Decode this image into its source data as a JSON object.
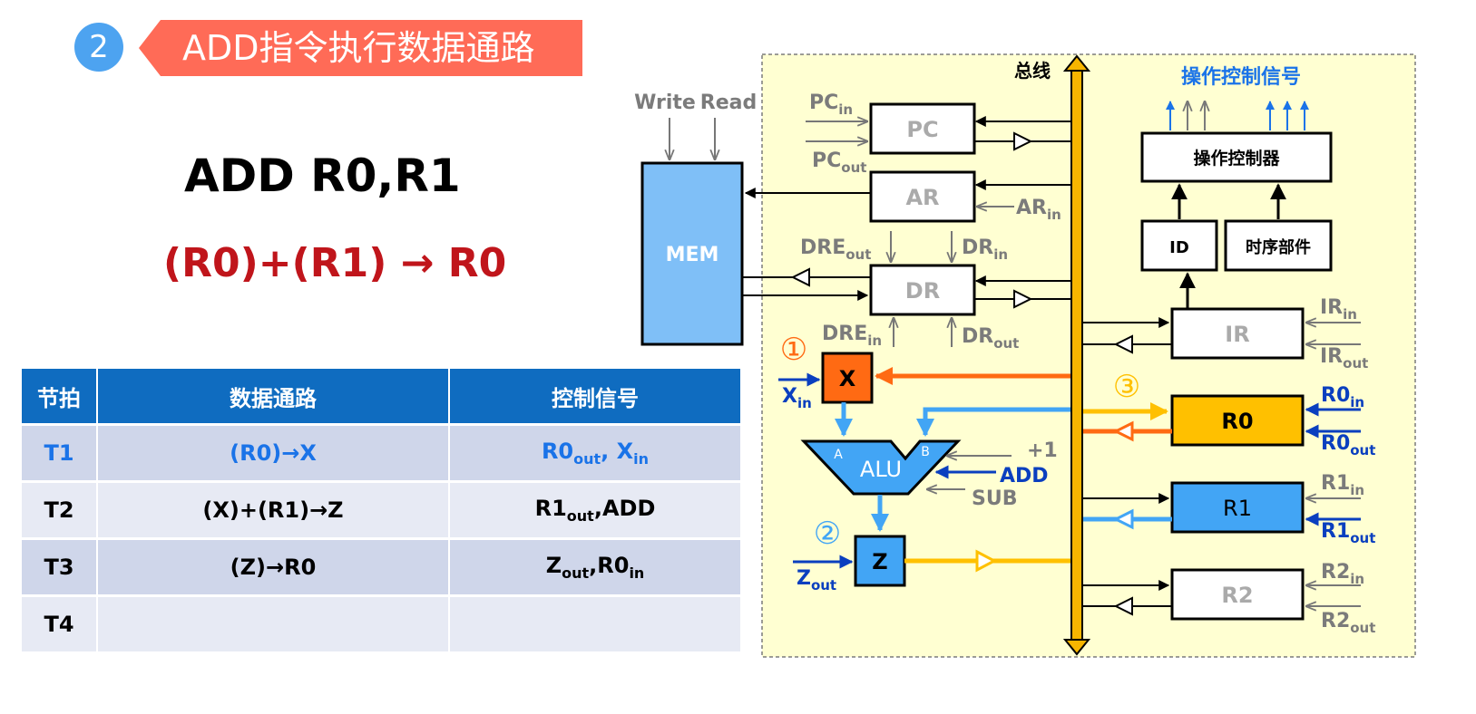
{
  "header": {
    "step_number": "2",
    "title": "ADD指令执行数据通路"
  },
  "instruction": "ADD R0,R1",
  "operation": "(R0)+(R1) → R0",
  "table": {
    "headers": [
      "节拍",
      "数据通路",
      "控制信号"
    ],
    "rows": [
      {
        "beat": "T1",
        "path": "(R0)→X",
        "signal_a": "R0",
        "signal_a_sub": "out",
        "signal_sep": ", ",
        "signal_b": "X",
        "signal_b_sub": "in"
      },
      {
        "beat": "T2",
        "path": "(X)+(R1)→Z",
        "signal_a": "R1",
        "signal_a_sub": "out",
        "signal_sep": ",",
        "signal_b": "ADD",
        "signal_b_sub": ""
      },
      {
        "beat": "T3",
        "path": "(Z)→R0",
        "signal_a": "Z",
        "signal_a_sub": "out",
        "signal_sep": ",",
        "signal_b": "R0",
        "signal_b_sub": "in"
      },
      {
        "beat": "T4",
        "path": "",
        "signal_a": "",
        "signal_a_sub": "",
        "signal_sep": "",
        "signal_b": "",
        "signal_b_sub": ""
      }
    ]
  },
  "diagram": {
    "bus_label": "总线",
    "write": "Write",
    "read": "Read",
    "mem": "MEM",
    "control_signals_label": "操作控制信号",
    "controller": "操作控制器",
    "id": "ID",
    "timing": "时序部件",
    "registers": {
      "pc": "PC",
      "ar": "AR",
      "dr": "DR",
      "ir": "IR",
      "r0": "R0",
      "r1": "R1",
      "r2": "R2",
      "x": "X",
      "z": "Z"
    },
    "alu": "ALU",
    "alu_a": "A",
    "alu_b": "B",
    "alu_ops": {
      "plus1": "+1",
      "add": "ADD",
      "sub": "SUB"
    },
    "step_markers": [
      "①",
      "②",
      "③"
    ],
    "signals": {
      "pc_in": {
        "base": "PC",
        "sub": "in"
      },
      "pc_out": {
        "base": "PC",
        "sub": "out"
      },
      "ar_in": {
        "base": "AR",
        "sub": "in"
      },
      "dre_out": {
        "base": "DRE",
        "sub": "out"
      },
      "dr_in": {
        "base": "DR",
        "sub": "in"
      },
      "dre_in": {
        "base": "DRE",
        "sub": "in"
      },
      "dr_out": {
        "base": "DR",
        "sub": "out"
      },
      "ir_in": {
        "base": "IR",
        "sub": "in"
      },
      "ir_out": {
        "base": "IR",
        "sub": "out"
      },
      "r0_in": {
        "base": "R0",
        "sub": "in"
      },
      "r0_out": {
        "base": "R0",
        "sub": "out"
      },
      "r1_in": {
        "base": "R1",
        "sub": "in"
      },
      "r1_out": {
        "base": "R1",
        "sub": "out"
      },
      "r2_in": {
        "base": "R2",
        "sub": "in"
      },
      "r2_out": {
        "base": "R2",
        "sub": "out"
      },
      "x_in": {
        "base": "X",
        "sub": "in"
      },
      "z_out": {
        "base": "Z",
        "sub": "out"
      }
    },
    "colors": {
      "bus": "#f7b500",
      "panel": "#ffffd2",
      "orange": "#ff6a13",
      "blue": "#42a5f5",
      "dark_blue": "#0a3fbf",
      "gray": "#8c8c8c",
      "gold": "#ffc000"
    }
  }
}
